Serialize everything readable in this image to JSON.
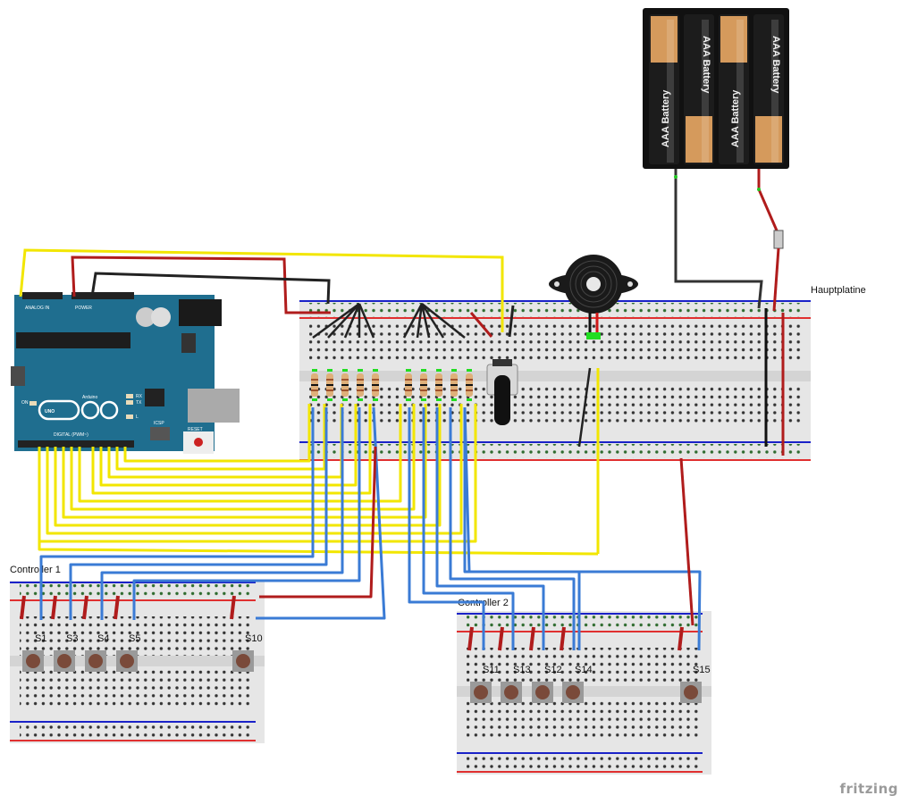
{
  "diagram": {
    "tool_brand": "fritzing",
    "boards": {
      "main": {
        "label": "Hauptplatine"
      },
      "controller1": {
        "label": "Controller 1",
        "switches": [
          "S1",
          "S3",
          "S4",
          "S5",
          "S10"
        ]
      },
      "controller2": {
        "label": "Controller 2",
        "switches": [
          "S11",
          "S13",
          "S12",
          "S14",
          "S15"
        ]
      }
    },
    "battery_pack": {
      "cells": [
        "AAA Battery",
        "AAA Battery",
        "AAA Battery",
        "AAA Battery"
      ]
    },
    "arduino": {
      "brand": "Arduino",
      "model": "UNO",
      "header_labels": {
        "analog": "ANALOG IN",
        "power": "POWER",
        "digital": "DIGITAL (PWM~)",
        "icsp": "ICSP",
        "reset": "RESET",
        "on": "ON",
        "tx": "TX",
        "rx": "RX",
        "l": "L"
      }
    },
    "wire_colors": {
      "yellow": "#f2e600",
      "blue": "#3a7bd5",
      "red": "#b01c1c",
      "black": "#222222",
      "board_blue": "#1a22c8",
      "board_red": "#e03030",
      "arduino_teal": "#1f6e8f"
    }
  }
}
